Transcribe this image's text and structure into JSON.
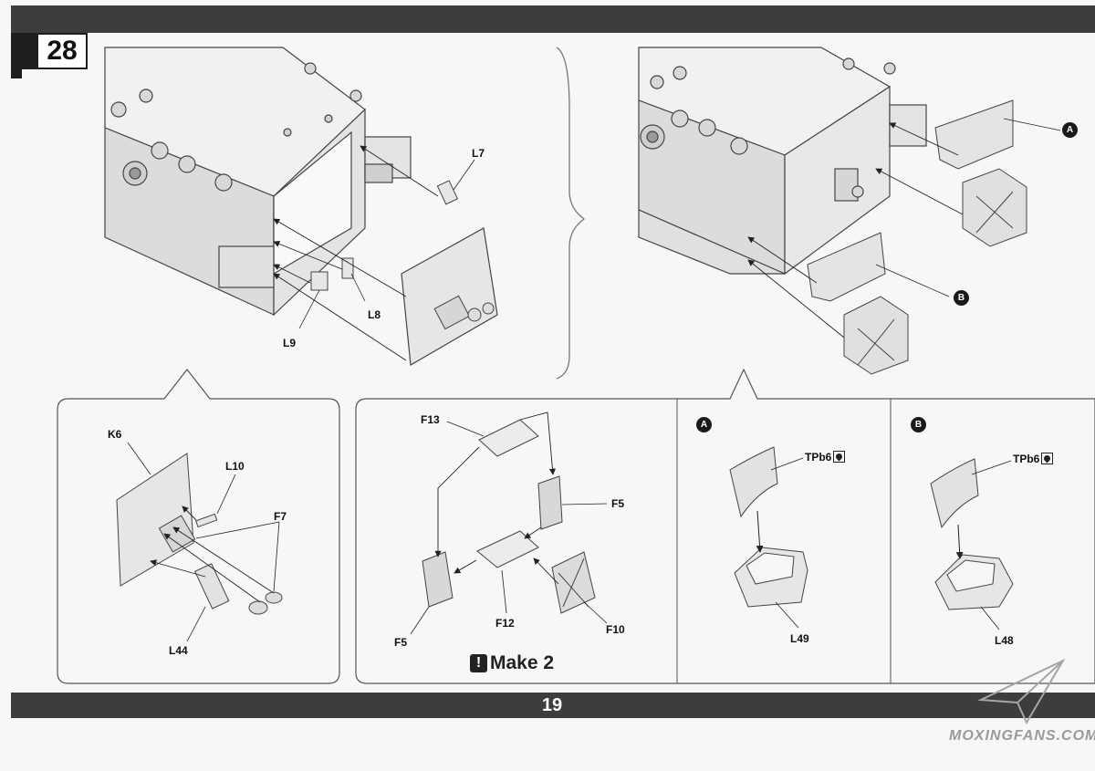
{
  "header": {
    "step_number": "28"
  },
  "footer": {
    "page_number": "19"
  },
  "watermark": {
    "text": "MOXINGFANS.COM"
  },
  "main_parts": {
    "l7": "L7",
    "l8": "L8",
    "l9": "L9"
  },
  "callouts": {
    "a": "A",
    "b": "B"
  },
  "sub_k6": {
    "k6": "K6",
    "l10": "L10",
    "f7": "F7",
    "l44": "L44"
  },
  "sub_box": {
    "f13": "F13",
    "f5_top": "F5",
    "f5_left": "F5",
    "f12": "F12",
    "f10": "F10",
    "note": "Make 2"
  },
  "sub_a": {
    "badge": "A",
    "tp": "TPb6",
    "part": "L49"
  },
  "sub_b": {
    "badge": "B",
    "tp": "TPb6",
    "part": "L48"
  }
}
